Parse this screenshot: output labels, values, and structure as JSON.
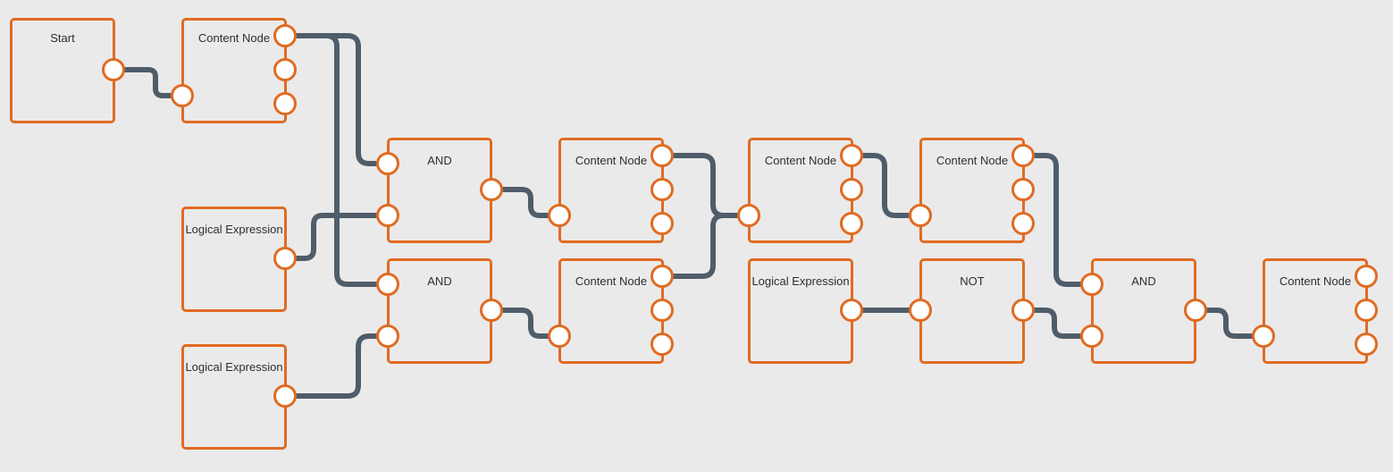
{
  "colors": {
    "background": "#eaeaea",
    "node_border": "#e06b22",
    "port_fill": "#ffffff",
    "wire": "#4f5d6a"
  },
  "nodes": {
    "start": {
      "label": "Start"
    },
    "content_1": {
      "label": "Content Node"
    },
    "logic_expr_1": {
      "label": "Logical Expression"
    },
    "logic_expr_2": {
      "label": "Logical Expression"
    },
    "and_1": {
      "label": "AND"
    },
    "and_2": {
      "label": "AND"
    },
    "content_2": {
      "label": "Content Node"
    },
    "content_3": {
      "label": "Content Node"
    },
    "content_4": {
      "label": "Content Node"
    },
    "logic_expr_3": {
      "label": "Logical Expression"
    },
    "content_5": {
      "label": "Content Node"
    },
    "not_1": {
      "label": "NOT"
    },
    "and_3": {
      "label": "AND"
    },
    "content_6": {
      "label": "Content Node"
    }
  },
  "connections": [
    {
      "from": "start.out",
      "to": "content_1.in"
    },
    {
      "from": "content_1.out1",
      "to": "and_1.in1"
    },
    {
      "from": "content_1.out1",
      "to": "and_2.in1"
    },
    {
      "from": "logic_expr_1.out",
      "to": "and_1.in2"
    },
    {
      "from": "logic_expr_2.out",
      "to": "and_2.in2"
    },
    {
      "from": "and_1.out",
      "to": "content_2.in"
    },
    {
      "from": "and_2.out",
      "to": "content_3.in"
    },
    {
      "from": "content_2.out1",
      "to": "content_4.in"
    },
    {
      "from": "content_3.out1",
      "to": "content_4.in"
    },
    {
      "from": "content_4.out1",
      "to": "content_5.in"
    },
    {
      "from": "logic_expr_3.out",
      "to": "not_1.in"
    },
    {
      "from": "content_5.out1",
      "to": "and_3.in1"
    },
    {
      "from": "not_1.out",
      "to": "and_3.in2"
    },
    {
      "from": "and_3.out",
      "to": "content_6.in"
    }
  ]
}
